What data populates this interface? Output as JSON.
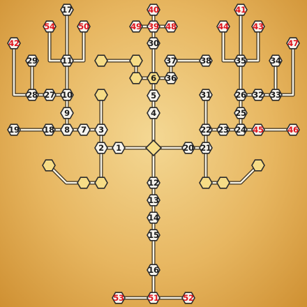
{
  "board_title": "",
  "colors": {
    "line": "#f8f4e6",
    "line_edge": "#3a2e1c",
    "node_fill": "#f6f4ee",
    "node_edge": "#2b2b2b",
    "empty_fill": "#f6dc86",
    "label_black": "#1a1a1a",
    "label_red": "#e0141c"
  },
  "nodes": [
    {
      "id": "1",
      "label": "1",
      "color": "black"
    },
    {
      "id": "2",
      "label": "2",
      "color": "black"
    },
    {
      "id": "3",
      "label": "3",
      "color": "black"
    },
    {
      "id": "4",
      "label": "4",
      "color": "black"
    },
    {
      "id": "5",
      "label": "5",
      "color": "black"
    },
    {
      "id": "6",
      "label": "6",
      "color": "black"
    },
    {
      "id": "7",
      "label": "7",
      "color": "black"
    },
    {
      "id": "8",
      "label": "8",
      "color": "black"
    },
    {
      "id": "9",
      "label": "9",
      "color": "black"
    },
    {
      "id": "10",
      "label": "10",
      "color": "black"
    },
    {
      "id": "11",
      "label": "11",
      "color": "black"
    },
    {
      "id": "12",
      "label": "12",
      "color": "black"
    },
    {
      "id": "13",
      "label": "13",
      "color": "black"
    },
    {
      "id": "14",
      "label": "14",
      "color": "black"
    },
    {
      "id": "15",
      "label": "15",
      "color": "black"
    },
    {
      "id": "16",
      "label": "16",
      "color": "black"
    },
    {
      "id": "17",
      "label": "17",
      "color": "black"
    },
    {
      "id": "18",
      "label": "18",
      "color": "black"
    },
    {
      "id": "19",
      "label": "19",
      "color": "black"
    },
    {
      "id": "20",
      "label": "20",
      "color": "black"
    },
    {
      "id": "21",
      "label": "21",
      "color": "black"
    },
    {
      "id": "22",
      "label": "22",
      "color": "black"
    },
    {
      "id": "23",
      "label": "23",
      "color": "black"
    },
    {
      "id": "24",
      "label": "24",
      "color": "black"
    },
    {
      "id": "25",
      "label": "25",
      "color": "black"
    },
    {
      "id": "26",
      "label": "26",
      "color": "black"
    },
    {
      "id": "27",
      "label": "27",
      "color": "black"
    },
    {
      "id": "28",
      "label": "28",
      "color": "black"
    },
    {
      "id": "29",
      "label": "29",
      "color": "black"
    },
    {
      "id": "30",
      "label": "30",
      "color": "black"
    },
    {
      "id": "31",
      "label": "31",
      "color": "black"
    },
    {
      "id": "32",
      "label": "32",
      "color": "black"
    },
    {
      "id": "33",
      "label": "33",
      "color": "black"
    },
    {
      "id": "34",
      "label": "34",
      "color": "black"
    },
    {
      "id": "35",
      "label": "35",
      "color": "black"
    },
    {
      "id": "36",
      "label": "36",
      "color": "black"
    },
    {
      "id": "37",
      "label": "37",
      "color": "black"
    },
    {
      "id": "38",
      "label": "38",
      "color": "black"
    },
    {
      "id": "39",
      "label": "39",
      "color": "red"
    },
    {
      "id": "40",
      "label": "40",
      "color": "red"
    },
    {
      "id": "41",
      "label": "41",
      "color": "red"
    },
    {
      "id": "42",
      "label": "42",
      "color": "red"
    },
    {
      "id": "43",
      "label": "43",
      "color": "red"
    },
    {
      "id": "44",
      "label": "44",
      "color": "red"
    },
    {
      "id": "45",
      "label": "45",
      "color": "red"
    },
    {
      "id": "46",
      "label": "46",
      "color": "red"
    },
    {
      "id": "47",
      "label": "47",
      "color": "red"
    },
    {
      "id": "48",
      "label": "48",
      "color": "red"
    },
    {
      "id": "49",
      "label": "49",
      "color": "red"
    },
    {
      "id": "50",
      "label": "50",
      "color": "red"
    },
    {
      "id": "51",
      "label": "51",
      "color": "red"
    },
    {
      "id": "52",
      "label": "52",
      "color": "red"
    },
    {
      "id": "53",
      "label": "53",
      "color": "red"
    },
    {
      "id": "54",
      "label": "54",
      "color": "red"
    },
    {
      "id": "center",
      "label": "",
      "color": "empty"
    },
    {
      "id": "e1",
      "label": "",
      "color": "empty"
    },
    {
      "id": "e2",
      "label": "",
      "color": "empty"
    },
    {
      "id": "e3",
      "label": "",
      "color": "empty"
    },
    {
      "id": "e4",
      "label": "",
      "color": "empty"
    },
    {
      "id": "e5",
      "label": "",
      "color": "empty"
    },
    {
      "id": "e6",
      "label": "",
      "color": "empty"
    },
    {
      "id": "e7",
      "label": "",
      "color": "empty"
    },
    {
      "id": "e8",
      "label": "",
      "color": "empty"
    },
    {
      "id": "e9",
      "label": "",
      "color": "empty"
    },
    {
      "id": "e10",
      "label": "",
      "color": "empty"
    },
    {
      "id": "e11",
      "label": "",
      "color": "empty"
    },
    {
      "id": "e12",
      "label": "",
      "color": "empty"
    },
    {
      "id": "e13",
      "label": "",
      "color": "empty"
    },
    {
      "id": "e14",
      "label": "",
      "color": "empty"
    }
  ]
}
